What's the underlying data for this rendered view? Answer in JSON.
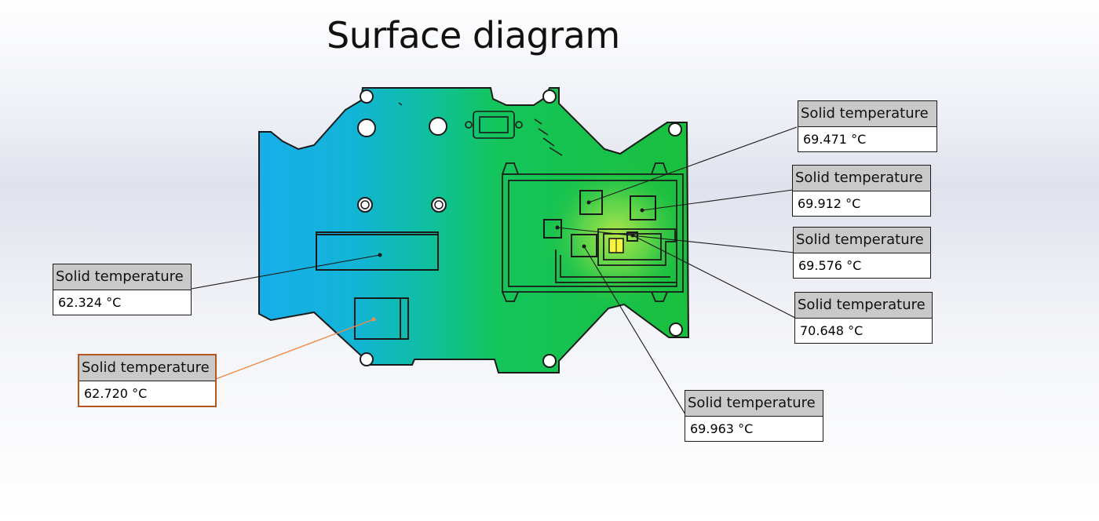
{
  "title": "Surface diagram",
  "colors": {
    "cold": "#1aaee8",
    "mid": "#10c0a0",
    "warm": "#19c046",
    "hot": "#f0f04a",
    "leader_selected": "#f0894a"
  },
  "callouts": [
    {
      "id": "c1",
      "label": "Solid temperature",
      "value": "62.324 °C",
      "selected": false
    },
    {
      "id": "c2",
      "label": "Solid temperature",
      "value": "62.720 °C",
      "selected": true
    },
    {
      "id": "c3",
      "label": "Solid temperature",
      "value": "69.471 °C",
      "selected": false
    },
    {
      "id": "c4",
      "label": "Solid temperature",
      "value": "69.912 °C",
      "selected": false
    },
    {
      "id": "c5",
      "label": "Solid temperature",
      "value": "69.576 °C",
      "selected": false
    },
    {
      "id": "c6",
      "label": "Solid temperature",
      "value": "70.648 °C",
      "selected": false
    },
    {
      "id": "c7",
      "label": "Solid temperature",
      "value": "69.963 °C",
      "selected": false
    }
  ]
}
